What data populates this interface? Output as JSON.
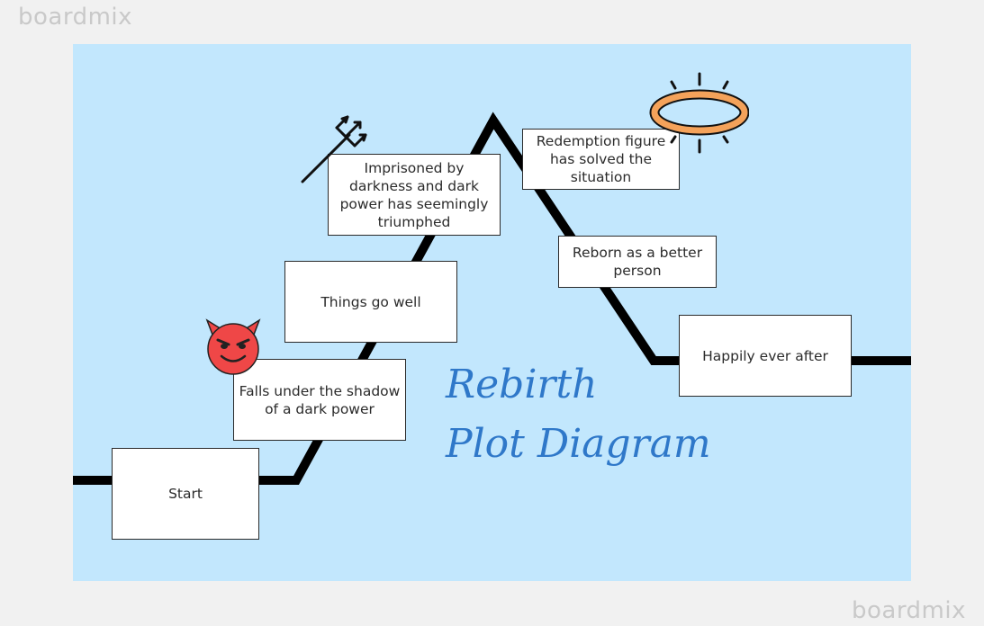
{
  "watermark": {
    "top": "boardmix",
    "bottom": "boardmix"
  },
  "title": {
    "line1": "Rebirth",
    "line2": "Plot Diagram"
  },
  "boxes": {
    "start": "Start",
    "falls": "Falls under the shadow of a dark power",
    "things_go_well": "Things go well",
    "imprisoned": "Imprisoned by darkness and dark power has seemingly triumphed",
    "redemption": "Redemption figure has solved the situation",
    "reborn": "Reborn as a better person",
    "happily": "Happily ever after"
  },
  "colors": {
    "background": "#f1f1f1",
    "canvas": "#c2e7fd",
    "plot_line": "#000000",
    "title": "#2f78c9",
    "devil": "#ef4747",
    "halo": "#f4a25a"
  },
  "icons": [
    "devil-face-icon",
    "trident-icon",
    "halo-icon"
  ]
}
